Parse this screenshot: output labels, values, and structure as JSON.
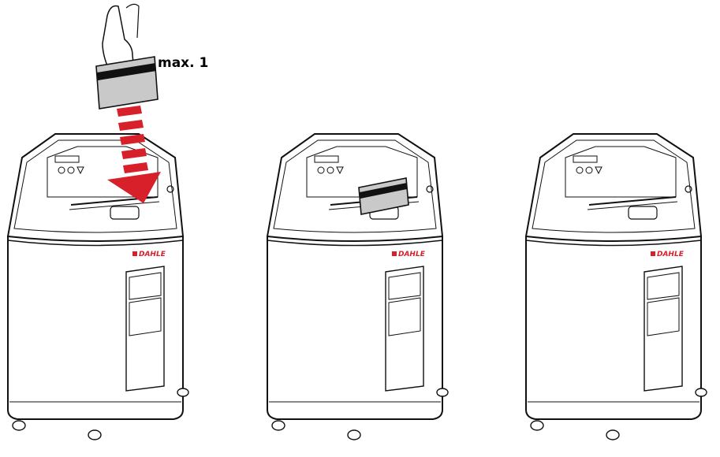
{
  "quantity_label": "max. 1",
  "brand": "DAHLE",
  "colors": {
    "arrow": "#d7202a",
    "outline": "#111111",
    "fill": "#ffffff",
    "card": "#c9c9c9",
    "brand": "#d7202a"
  },
  "steps": [
    {
      "state": "insert-card"
    },
    {
      "state": "card-in-slot"
    },
    {
      "state": "card-shredded"
    }
  ]
}
